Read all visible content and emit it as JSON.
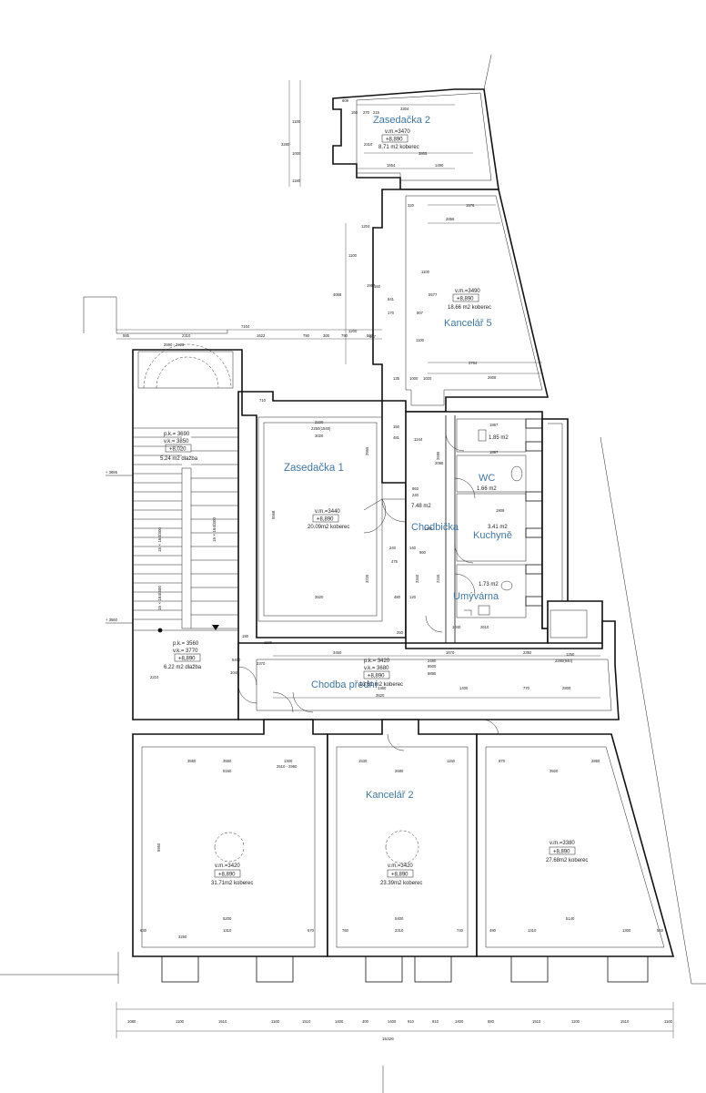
{
  "rooms": {
    "zasedacka2": {
      "name": "Zasedačka 2",
      "height": "v.m.=3470",
      "level": "+8,890",
      "area": "8.71 m2  koberec"
    },
    "kancelar5": {
      "name": "Kancelář 5",
      "height": "v.m.=3490",
      "level": "+8,890",
      "area": "18.66 m2  koberec"
    },
    "zasedacka1": {
      "name": "Zasedačka 1",
      "height": "v.m.=3440",
      "level": "+8,890",
      "area": "20.09m2  koberec"
    },
    "chodbicka": {
      "name": "Chodbička",
      "area": "7.48 m2"
    },
    "wc": {
      "name": "WC",
      "area": "1.66 m2"
    },
    "wc_small": {
      "area": "1.85 m2"
    },
    "kuchyne": {
      "name": "Kuchyně",
      "area": "3.41 m2"
    },
    "umyvarna": {
      "name": "Umývárna",
      "area": "1.73 m2"
    },
    "stair_landing": {
      "pk": "p.k.= 3690",
      "vk": "v.k.= 3850",
      "level": "+8,020",
      "area": "5.24 m2  dlažba"
    },
    "stair_lower": {
      "pk": "p.k.= 3560",
      "vk": "v.k.= 3770",
      "level": "+8,890",
      "area": "6.22 m2  dlažba"
    },
    "chodba": {
      "name": "Chodba  přední",
      "pk": "p.k.= 3420",
      "vk": "v.k.= 3680",
      "level": "+8,890",
      "area": "13.61 m2  koberec"
    },
    "kancelar_left": {
      "height": "v.m.=3420",
      "level": "+8,890",
      "area": "31.71m2  koberec"
    },
    "kancelar2": {
      "name": "Kancelář 2",
      "height": "v.m.=3420",
      "level": "+8,890",
      "area": "23.39m2  koberec"
    },
    "kancelar_right": {
      "height": "v.m.=3380",
      "level": "+8,890",
      "area": "27.68m2  koberec"
    }
  },
  "stairs": {
    "upper_run": "15 × 164/300",
    "side_run": "15 × 164/300",
    "lower_run": "15 × 164/300"
  },
  "levels": {
    "left_top": "+ 3695",
    "left_bottom": "+ 3560"
  },
  "dimensions": {
    "zas2": [
      "609",
      "3304",
      "160",
      "270",
      "215",
      "1554",
      "1490",
      "3805",
      "2310",
      "1100",
      "1000",
      "1180",
      "3280"
    ],
    "k5": [
      "320",
      "1576",
      "2856",
      "1204",
      "4068",
      "1100",
      "1957",
      "1200",
      "5577",
      "160",
      "641",
      "170",
      "607",
      "1100",
      "3764",
      "2608",
      "135",
      "1000",
      "1020",
      "1100",
      "807"
    ],
    "top_row": [
      "585",
      "2310",
      "1622",
      "790",
      "300",
      "790",
      "507",
      "7104",
      "2590 - 3420"
    ],
    "zas1": [
      "2220",
      "2250(1540)",
      "3020",
      "5568",
      "2965",
      "3220",
      "3520",
      "710",
      "190"
    ],
    "core": [
      "150",
      "481",
      "1244",
      "1867",
      "1897",
      "1909",
      "2095",
      "863",
      "240",
      "1340",
      "240",
      "475",
      "960",
      "480",
      "120",
      "140",
      "2695",
      "2240",
      "2340",
      "2610",
      "1040",
      "250"
    ],
    "corridor": [
      "3450",
      "1670",
      "2392",
      "2480",
      "9500",
      "9895",
      "1250",
      "2290(940)",
      "2370",
      "1360",
      "1400",
      "770",
      "2800",
      "3520",
      "2210",
      "1040",
      "5400",
      "1100"
    ],
    "bottom_rooms": [
      "3560",
      "1300",
      "3560",
      "5160",
      "2510 - 2960",
      "5950",
      "1530",
      "1150",
      "2680",
      "970",
      "3920",
      "2860",
      "5200",
      "5400",
      "3250",
      "5140",
      "630",
      "1310",
      "670",
      "760",
      "2310",
      "740",
      "490",
      "1310",
      "1300",
      "540"
    ],
    "base": [
      "1080",
      "1100",
      "1510",
      "1100",
      "1510",
      "1400",
      "400",
      "1400",
      "910",
      "910",
      "1400",
      "880",
      "1510",
      "1100",
      "1510",
      "1100"
    ],
    "overall": "15326"
  }
}
